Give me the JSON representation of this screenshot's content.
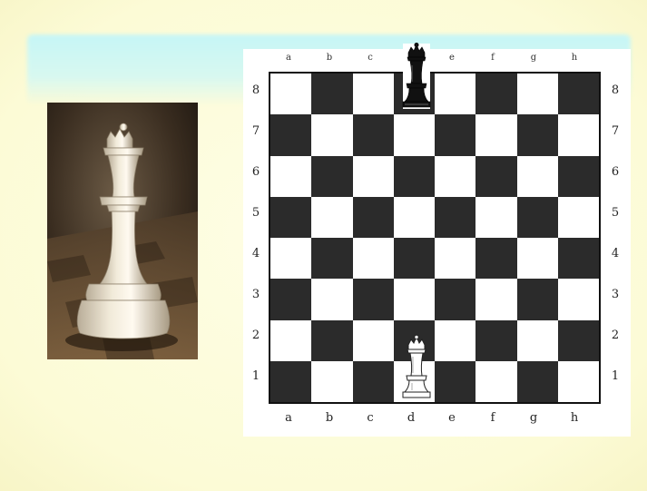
{
  "board": {
    "files": [
      "a",
      "b",
      "c",
      "d",
      "e",
      "f",
      "g",
      "h"
    ],
    "top_files": [
      "a",
      "b",
      "c",
      "",
      "e",
      "f",
      "g",
      "h"
    ],
    "ranks": [
      "8",
      "7",
      "6",
      "5",
      "4",
      "3",
      "2",
      "1"
    ],
    "colors": {
      "dark_square": "#2b2b2b",
      "light_square": "#ffffff",
      "border": "#111111"
    }
  },
  "pieces": [
    {
      "name": "black-queen",
      "color": "black",
      "type": "queen",
      "square": "d8"
    },
    {
      "name": "white-queen",
      "color": "white",
      "type": "queen",
      "square": "d1"
    }
  ],
  "photo": {
    "subject": "white queen chess piece",
    "icon": "queen-photo"
  }
}
